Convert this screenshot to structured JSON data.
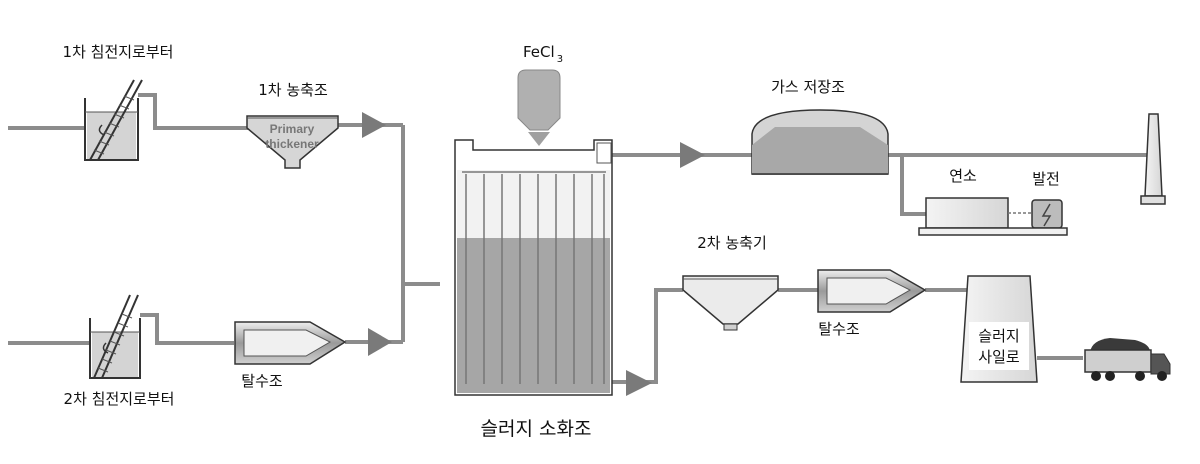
{
  "labels": {
    "primary_clarifier_top": "1차 침전지로부터",
    "primary_clarifier_bottom": "2차 침전지로부터",
    "primary_thickener": "1차 농축조",
    "thickener_inner_1": "Primary",
    "thickener_inner_2": "thickener",
    "fecl3_main": "FeCl",
    "fecl3_sub": "3",
    "gas_holder": "가스 저장조",
    "combustion": "연소",
    "power": "발전",
    "secondary_thickener": "2차 농축기",
    "dewatering_left": "탈수조",
    "dewatering_right": "탈수조",
    "silo_line1": "슬러지",
    "silo_line2": "사일로",
    "digester": "슬러지 소화조"
  },
  "colors": {
    "pipe": "#8c8c8c",
    "equipment_fill": "#d9d9d9",
    "sludge_fill": "#a8a8a8",
    "outline": "#333333",
    "arrow": "#7a7a7a"
  }
}
